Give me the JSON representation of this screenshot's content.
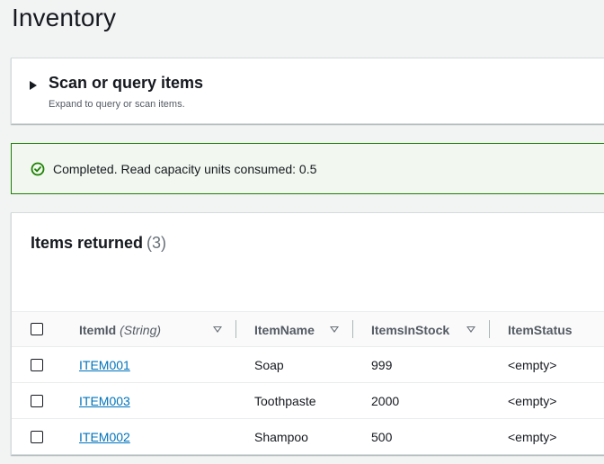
{
  "page": {
    "title": "Inventory"
  },
  "scan_panel": {
    "title": "Scan or query items",
    "description": "Expand to query or scan items."
  },
  "alert": {
    "status": "success",
    "message": "Completed. Read capacity units consumed: 0.5",
    "icon": "check-circle-icon",
    "color": "#1d8102"
  },
  "items_panel": {
    "title": "Items returned",
    "count": "(3)",
    "columns": [
      {
        "label": "ItemId",
        "type": "(String)"
      },
      {
        "label": "ItemName"
      },
      {
        "label": "ItemsInStock"
      },
      {
        "label": "ItemStatus"
      }
    ],
    "rows": [
      {
        "item_id": "ITEM001",
        "item_name": "Soap",
        "items_in_stock": "999",
        "item_status": "<empty>"
      },
      {
        "item_id": "ITEM003",
        "item_name": "Toothpaste",
        "items_in_stock": "2000",
        "item_status": "<empty>"
      },
      {
        "item_id": "ITEM002",
        "item_name": "Shampoo",
        "items_in_stock": "500",
        "item_status": "<empty>"
      }
    ]
  },
  "colors": {
    "link": "#0073bb",
    "success": "#1d8102",
    "background": "#f2f3f3"
  }
}
